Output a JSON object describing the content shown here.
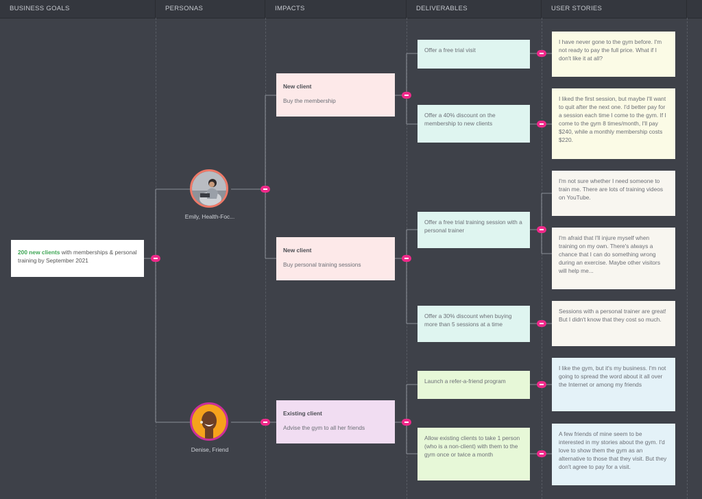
{
  "columns": [
    "BUSINESS GOALS",
    "PERSONAS",
    "IMPACTS",
    "DELIVERABLES",
    "USER STORIES"
  ],
  "goal": {
    "highlight": "200 new clients",
    "text": " with memberships & personal training by September 2021"
  },
  "personas": [
    {
      "label": "Emily, Health-Foc...",
      "avatar_icon": "woman-with-laptop-photo"
    },
    {
      "label": "Denise, Friend",
      "avatar_icon": "smiling-woman-photo"
    }
  ],
  "impacts": [
    {
      "title": "New client",
      "text": "Buy the membership"
    },
    {
      "title": "New client",
      "text": "Buy personal training sessions"
    },
    {
      "title": "Existing client",
      "text": "Advise the gym to all her friends"
    }
  ],
  "deliverables": [
    "Offer a free trial visit",
    "Offer a 40% discount on the membership to new clients",
    "Offer a free trial training session with a personal trainer",
    "Offer a 30% discount when buying more than 5 sessions at a time",
    "Launch a refer-a-friend program",
    "Allow existing clients to take 1 person (who is a non-client) with them to the gym once or twice a month"
  ],
  "stories": [
    "I have never gone to the gym before. I'm not ready to pay the full price. What if I don't like it at all?",
    "I liked the first session, but maybe I'll want to quit after the next one. I'd better pay for a session each time I come to the gym. If I come to the gym 8 times/month, I'll pay $240, while a monthly membership costs $220.",
    "I'm not sure whether I need someone to train me. There are lots of training videos on YouTube.",
    "I'm afraid that I'll injure myself when training on my own. There's always a chance that I can do something wrong during an exercise. Maybe other visitors will help me...",
    "Sessions with a personal trainer are great! But I didn't know that they cost so much.",
    "I like the gym, but it's my business. I'm not going to spread the word about it all over the Internet or among my friends",
    "A few friends of mine seem to be interested in my stories about the gym. I'd love to show them the gym as an alternative to those that they visit. But they don't agree to pay for a visit."
  ],
  "colors": {
    "background": "#3e4149",
    "toggle": "#ef2a8a",
    "goal_highlight": "#3fa655",
    "avatar_ring": "#ee7968",
    "avatar_ring_2": "#cc2f9a"
  }
}
